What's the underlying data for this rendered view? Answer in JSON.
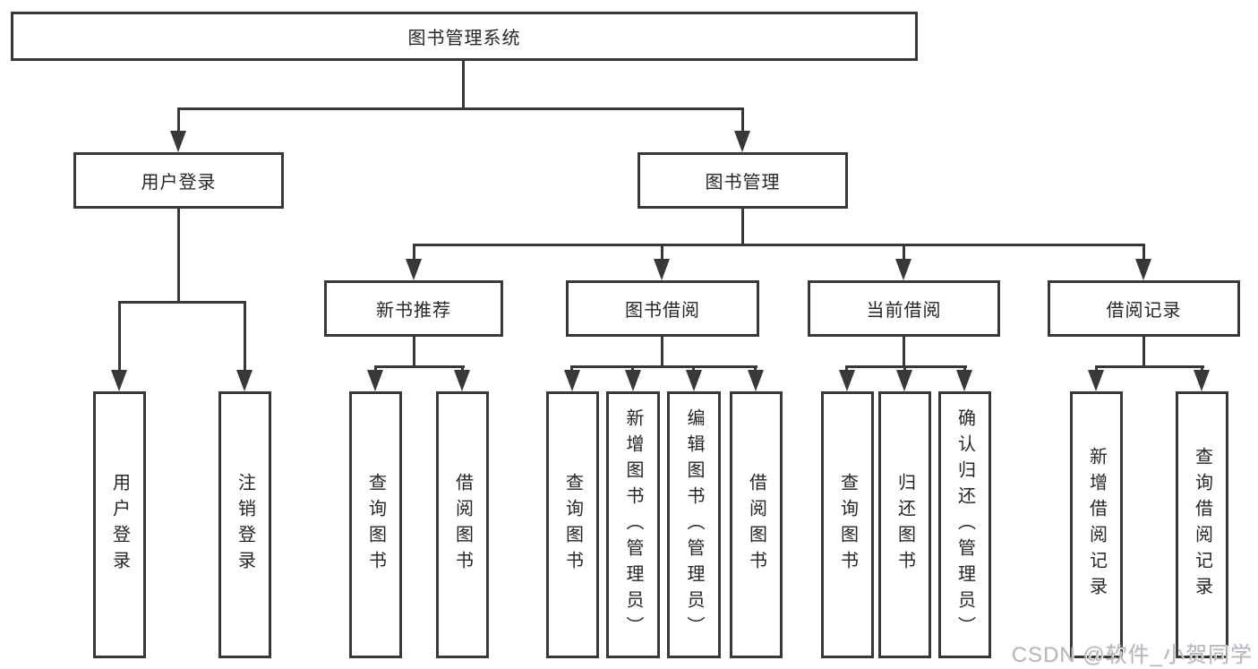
{
  "tree": {
    "root": "图书管理系统",
    "level2": {
      "user_login": "用户登录",
      "book_management": "图书管理"
    },
    "level3": {
      "new_book_recommend": "新书推荐",
      "book_borrowing": "图书借阅",
      "current_borrowing": "当前借阅",
      "borrowing_records": "借阅记录"
    },
    "leaves": {
      "user_login_children": [
        "用户登录",
        "注销登录"
      ],
      "new_book_recommend_children": [
        "查询图书",
        "借阅图书"
      ],
      "book_borrowing_children": [
        "查询图书",
        "新增图书（管理员）",
        "编辑图书（管理员）",
        "借阅图书"
      ],
      "current_borrowing_children": [
        "查询图书",
        "归还图书",
        "确认归还（管理员）"
      ],
      "borrowing_records_children": [
        "新增借阅记录",
        "查询借阅记录"
      ]
    }
  },
  "watermark": "CSDN @软件_小贺同学",
  "colors": {
    "line": "#383838",
    "text": "#262626",
    "watermark": "#b3b7bb"
  }
}
